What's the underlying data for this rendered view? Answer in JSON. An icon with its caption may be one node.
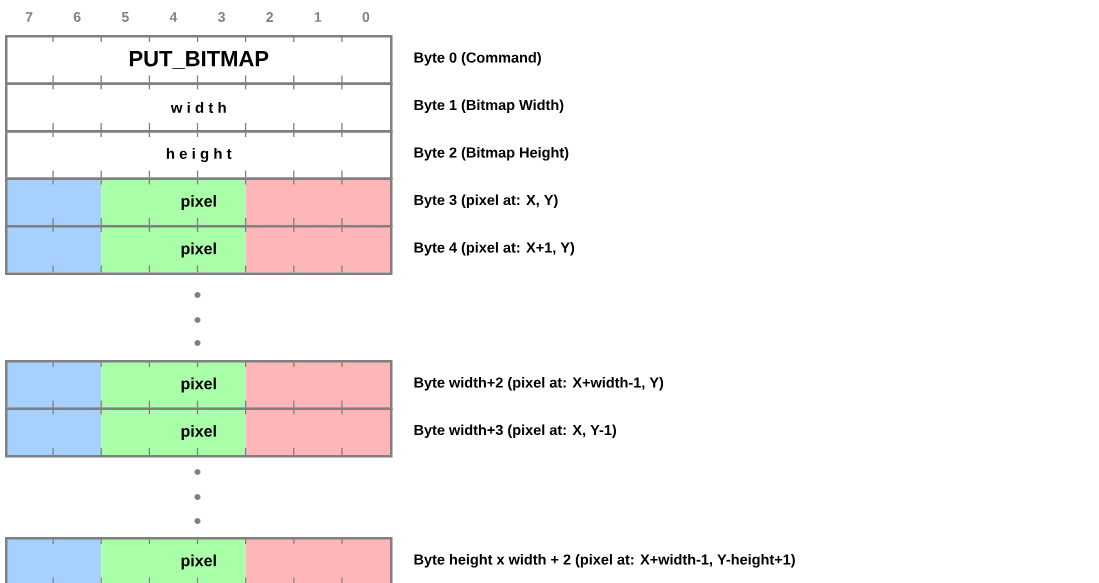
{
  "diagram": {
    "nodes": [
      {
        "text": [
          "PUT_BITMAP"
        ],
        "beside": [
          "Byte 0 (Command)"
        ]
      },
      {
        "text": [
          "w i d t h"
        ],
        "beside": [
          "Byte 1 (Bitmap Width)"
        ]
      },
      {
        "text": [
          "h e i g h t"
        ],
        "beside": [
          "Byte 2 (Bitmap Height)"
        ]
      },
      {
        "text": [
          "pixel"
        ],
        "beside": [
          "Byte 3 (pixel at: X, Y)"
        ]
      },
      {
        "text": [
          "pixel"
        ],
        "beside": [
          "Byte 4 (pixel at: X+1, Y)"
        ]
      },
      {
        "text": [
          "pixel"
        ],
        "beside": [
          "Byte width+2 (pixel at: X+width-1, Y)"
        ]
      },
      {
        "text": [
          "pixel"
        ],
        "beside": [
          "Byte width+3 (pixel at: X, Y-1)"
        ]
      },
      {
        "text": [
          "pixel"
        ],
        "beside": [
          "Byte height x width + 2  (pixel at: X+width-1, Y-height+1)"
        ]
      }
    ],
    "labels": [
      "7",
      "6",
      "5",
      "4",
      "3",
      "2",
      "1",
      "0"
    ]
  }
}
